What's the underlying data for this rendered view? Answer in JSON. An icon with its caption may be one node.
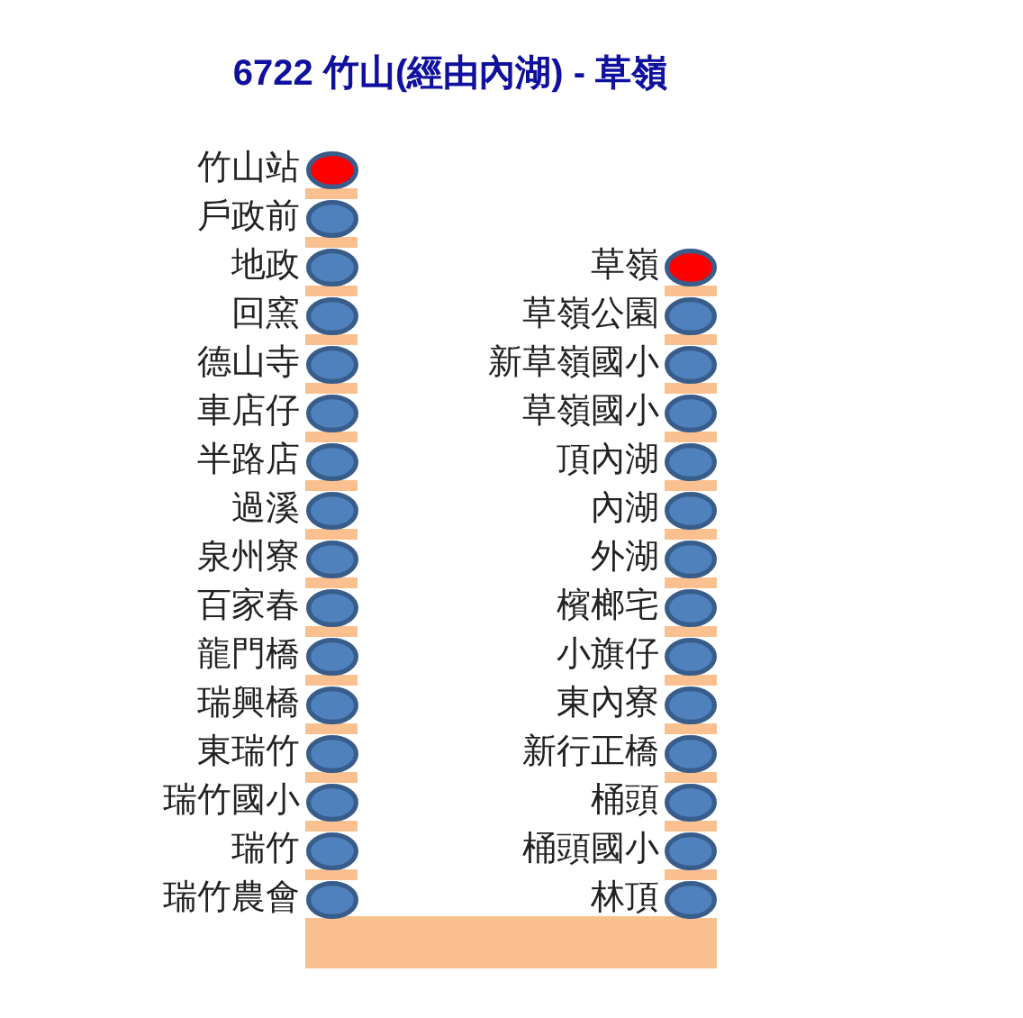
{
  "diagram": {
    "title": "6722 竹山(經由內湖) - 草嶺",
    "nodes": [
      {
        "text": [],
        "shape": "circle",
        "beside": [
          "竹山站"
        ]
      },
      {
        "text": [],
        "shape": "circle",
        "beside": [
          "戶政前"
        ]
      },
      {
        "text": [],
        "shape": "circle",
        "beside": [
          "地政"
        ]
      },
      {
        "text": [],
        "shape": "circle",
        "beside": [
          "回窯"
        ]
      },
      {
        "text": [],
        "shape": "circle",
        "beside": [
          "德山寺"
        ]
      },
      {
        "text": [],
        "shape": "circle",
        "beside": [
          "車店仔"
        ]
      },
      {
        "text": [],
        "shape": "circle",
        "beside": [
          "半路店"
        ]
      },
      {
        "text": [],
        "shape": "circle",
        "beside": [
          "過溪"
        ]
      },
      {
        "text": [],
        "shape": "circle",
        "beside": [
          "泉州寮"
        ]
      },
      {
        "text": [],
        "shape": "circle",
        "beside": [
          "百家春"
        ]
      },
      {
        "text": [],
        "shape": "circle",
        "beside": [
          "龍門橋"
        ]
      },
      {
        "text": [],
        "shape": "circle",
        "beside": [
          "瑞興橋"
        ]
      },
      {
        "text": [],
        "shape": "circle",
        "beside": [
          "東瑞竹"
        ]
      },
      {
        "text": [],
        "shape": "circle",
        "beside": [
          "瑞竹國小"
        ]
      },
      {
        "text": [],
        "shape": "circle",
        "beside": [
          "瑞竹"
        ]
      },
      {
        "text": [],
        "shape": "circle",
        "beside": [
          "瑞竹農會"
        ]
      },
      {
        "text": [],
        "shape": "circle",
        "beside": [
          "草嶺"
        ]
      },
      {
        "text": [],
        "shape": "circle",
        "beside": [
          "草嶺公園"
        ]
      },
      {
        "text": [],
        "shape": "circle",
        "beside": [
          "新草嶺國小"
        ]
      },
      {
        "text": [],
        "shape": "circle",
        "beside": [
          "草嶺國小"
        ]
      },
      {
        "text": [],
        "shape": "circle",
        "beside": [
          "頂內湖"
        ]
      },
      {
        "text": [],
        "shape": "circle",
        "beside": [
          "內湖"
        ]
      },
      {
        "text": [],
        "shape": "circle",
        "beside": [
          "外湖"
        ]
      },
      {
        "text": [],
        "shape": "circle",
        "beside": [
          "檳榔宅"
        ]
      },
      {
        "text": [],
        "shape": "circle",
        "beside": [
          "小旗仔"
        ]
      },
      {
        "text": [],
        "shape": "circle",
        "beside": [
          "東內寮"
        ]
      },
      {
        "text": [],
        "shape": "circle",
        "beside": [
          "新行正橋"
        ]
      },
      {
        "text": [],
        "shape": "circle",
        "beside": [
          "桶頭"
        ]
      },
      {
        "text": [],
        "shape": "circle",
        "beside": [
          "桶頭國小"
        ]
      },
      {
        "text": [],
        "shape": "circle",
        "beside": [
          "林頂"
        ]
      }
    ],
    "edges": [
      {
        "from": 0,
        "to": 1,
        "arrow": "none"
      },
      {
        "from": 1,
        "to": 2,
        "arrow": "none"
      },
      {
        "from": 2,
        "to": 3,
        "arrow": "none"
      },
      {
        "from": 3,
        "to": 4,
        "arrow": "none"
      },
      {
        "from": 4,
        "to": 5,
        "arrow": "none"
      },
      {
        "from": 5,
        "to": 6,
        "arrow": "none"
      },
      {
        "from": 6,
        "to": 7,
        "arrow": "none"
      },
      {
        "from": 7,
        "to": 8,
        "arrow": "none"
      },
      {
        "from": 8,
        "to": 9,
        "arrow": "none"
      },
      {
        "from": 9,
        "to": 10,
        "arrow": "none"
      },
      {
        "from": 10,
        "to": 11,
        "arrow": "none"
      },
      {
        "from": 11,
        "to": 12,
        "arrow": "none"
      },
      {
        "from": 12,
        "to": 13,
        "arrow": "none"
      },
      {
        "from": 13,
        "to": 14,
        "arrow": "none"
      },
      {
        "from": 14,
        "to": 15,
        "arrow": "none"
      },
      {
        "from": 15,
        "to": 29,
        "arrow": "none"
      },
      {
        "from": 29,
        "to": 28,
        "arrow": "none"
      },
      {
        "from": 28,
        "to": 27,
        "arrow": "none"
      },
      {
        "from": 27,
        "to": 26,
        "arrow": "none"
      },
      {
        "from": 26,
        "to": 25,
        "arrow": "none"
      },
      {
        "from": 25,
        "to": 24,
        "arrow": "none"
      },
      {
        "from": 24,
        "to": 23,
        "arrow": "none"
      },
      {
        "from": 23,
        "to": 22,
        "arrow": "none"
      },
      {
        "from": 22,
        "to": 21,
        "arrow": "none"
      },
      {
        "from": 21,
        "to": 20,
        "arrow": "none"
      },
      {
        "from": 20,
        "to": 19,
        "arrow": "none"
      },
      {
        "from": 19,
        "to": 18,
        "arrow": "none"
      },
      {
        "from": 18,
        "to": 17,
        "arrow": "none"
      },
      {
        "from": 17,
        "to": 16,
        "arrow": "none"
      }
    ]
  }
}
